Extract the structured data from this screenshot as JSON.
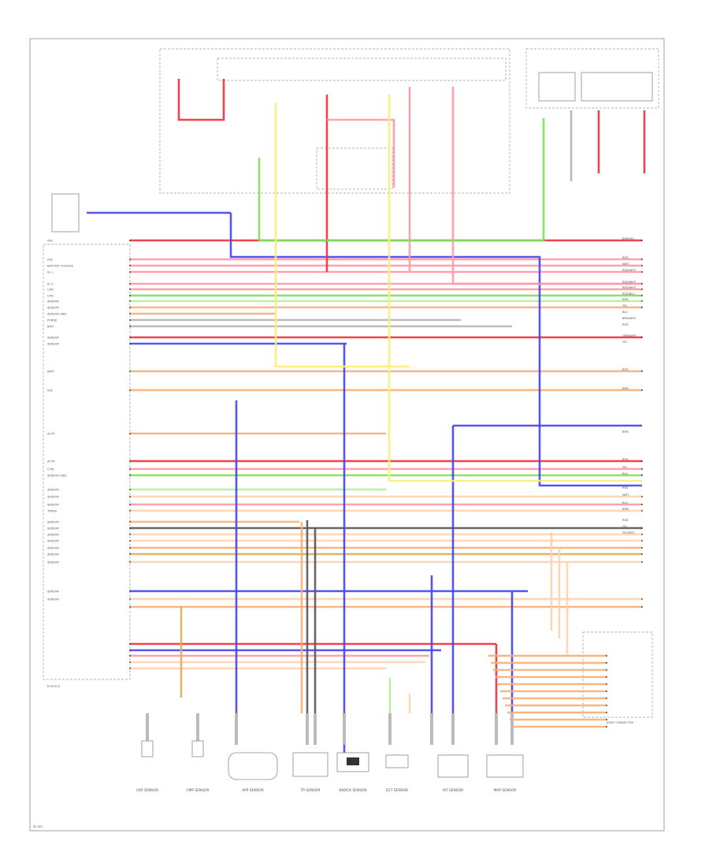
{
  "colors": {
    "red": "#ee3340",
    "pink": "#ff9aa6",
    "blue": "#4646ee",
    "green": "#7de25a",
    "lightgreen": "#b5ee9a",
    "orange": "#f6b07a",
    "yellow": "#f6ef7a",
    "gray": "#b5b5b5",
    "darkgray": "#5a5a5a",
    "peach": "#ffd2b0",
    "olive": "#d8b060"
  },
  "diagram": {
    "components": [
      "ECM ECU"
    ],
    "ecm_pin_labels": [
      "IGN",
      "IGN",
      "BATTERY VOLTAGE",
      "IG 1",
      "IG 2",
      "CAN",
      "CAN",
      "SENSOR",
      "SENSOR",
      "SENSOR GND",
      "PURGE",
      "BATT",
      "SENSOR",
      "SENSOR",
      "BATT",
      "IGN",
      "ACTR",
      "ACTR",
      "CTRL",
      "SENSOR GND",
      "SENSOR",
      "SENSOR",
      "SENSOR",
      "TRANS",
      "SENSOR",
      "SENSOR",
      "SENSOR",
      "SENSOR",
      "SENSOR",
      "SENSOR",
      "SENSOR",
      "SENSOR",
      "SENSOR"
    ],
    "right_pin_labels": [
      "BRN/YEL",
      "RED",
      "WHT",
      "RED/WHT",
      "RED/WHT",
      "RED/WHT",
      "RED/BLU",
      "RED",
      "YEL",
      "BLU",
      "BRN/WHT",
      "RED",
      "GRN/WHT",
      "YEL",
      "RED",
      "BRN",
      "BRN",
      "RED",
      "YEL",
      "BLK",
      "RED",
      "WHT",
      "BLU",
      "BRN",
      "RED",
      "YEL",
      "YEL/RED"
    ],
    "bottom_captions": [
      "CKP SENSOR",
      "CMP SENSOR",
      "APP SENSOR",
      "TP SENSOR",
      "KNOCK SENSOR",
      "ECT SENSOR",
      "IAT SENSOR",
      "MAP SENSOR"
    ],
    "page_footer": "SE-001",
    "right_connector_caption": "JOINT CONNECTOR"
  }
}
